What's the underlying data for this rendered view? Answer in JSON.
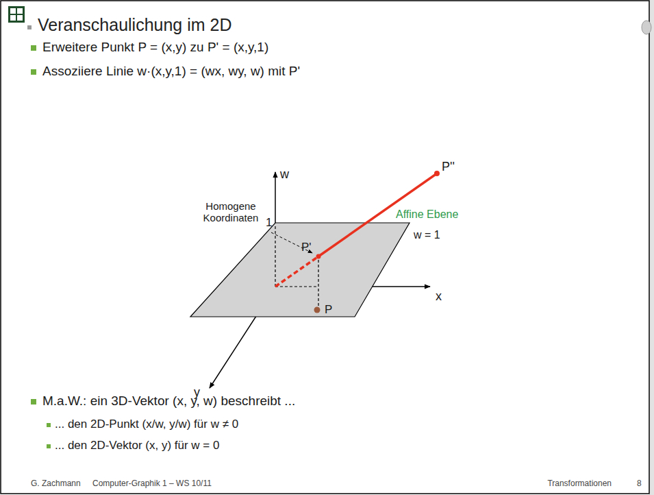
{
  "diagram": {
    "title": "Veranschaulichung im 2D",
    "labels": [
      "Erweitere Punkt P = (x,y) zu P' = (x,y,1)",
      "Assoziiere Linie w·(x,y,1) = (wx, wy, w) mit P'",
      "w",
      "P''",
      "Homogene Koordinaten",
      "1",
      "Affine Ebene",
      "w = 1",
      "P'",
      "x",
      "P",
      "y",
      "M.a.W.: ein 3D-Vektor (x, y, w) beschreibt ...",
      "... den 2D-Punkt (x/w, y/w) für w ≠ 0",
      "... den 2D-Vektor (x, y) für w = 0",
      "G. Zachmann",
      "Computer-Graphik 1 – WS 10/11",
      "Transformationen",
      "8"
    ]
  }
}
